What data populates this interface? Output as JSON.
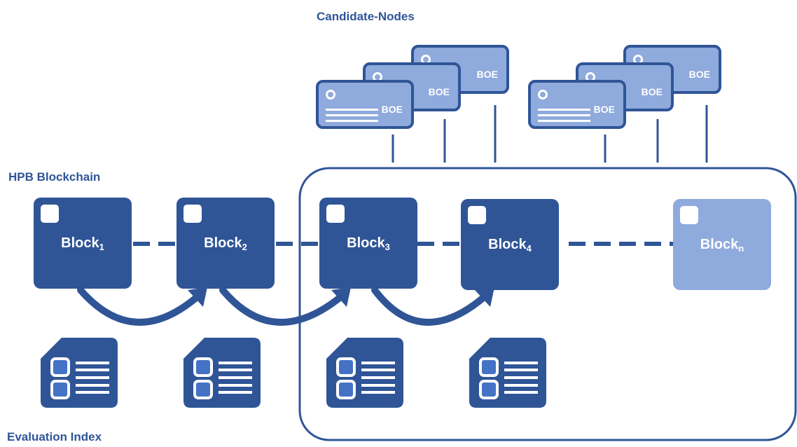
{
  "labels": {
    "candidate_nodes": "Candidate-Nodes",
    "hpb_blockchain": "HPB Blockchain",
    "evaluation_index": "Evaluation Index"
  },
  "blocks": [
    {
      "base": "Block",
      "sub": "1"
    },
    {
      "base": "Block",
      "sub": "2"
    },
    {
      "base": "Block",
      "sub": "3"
    },
    {
      "base": "Block",
      "sub": "4"
    },
    {
      "base": "Block",
      "sub": "n"
    }
  ],
  "node_label": "BOE",
  "colors": {
    "dark": "#2f5597",
    "light": "#8faadc",
    "accent": "#4472c4"
  }
}
